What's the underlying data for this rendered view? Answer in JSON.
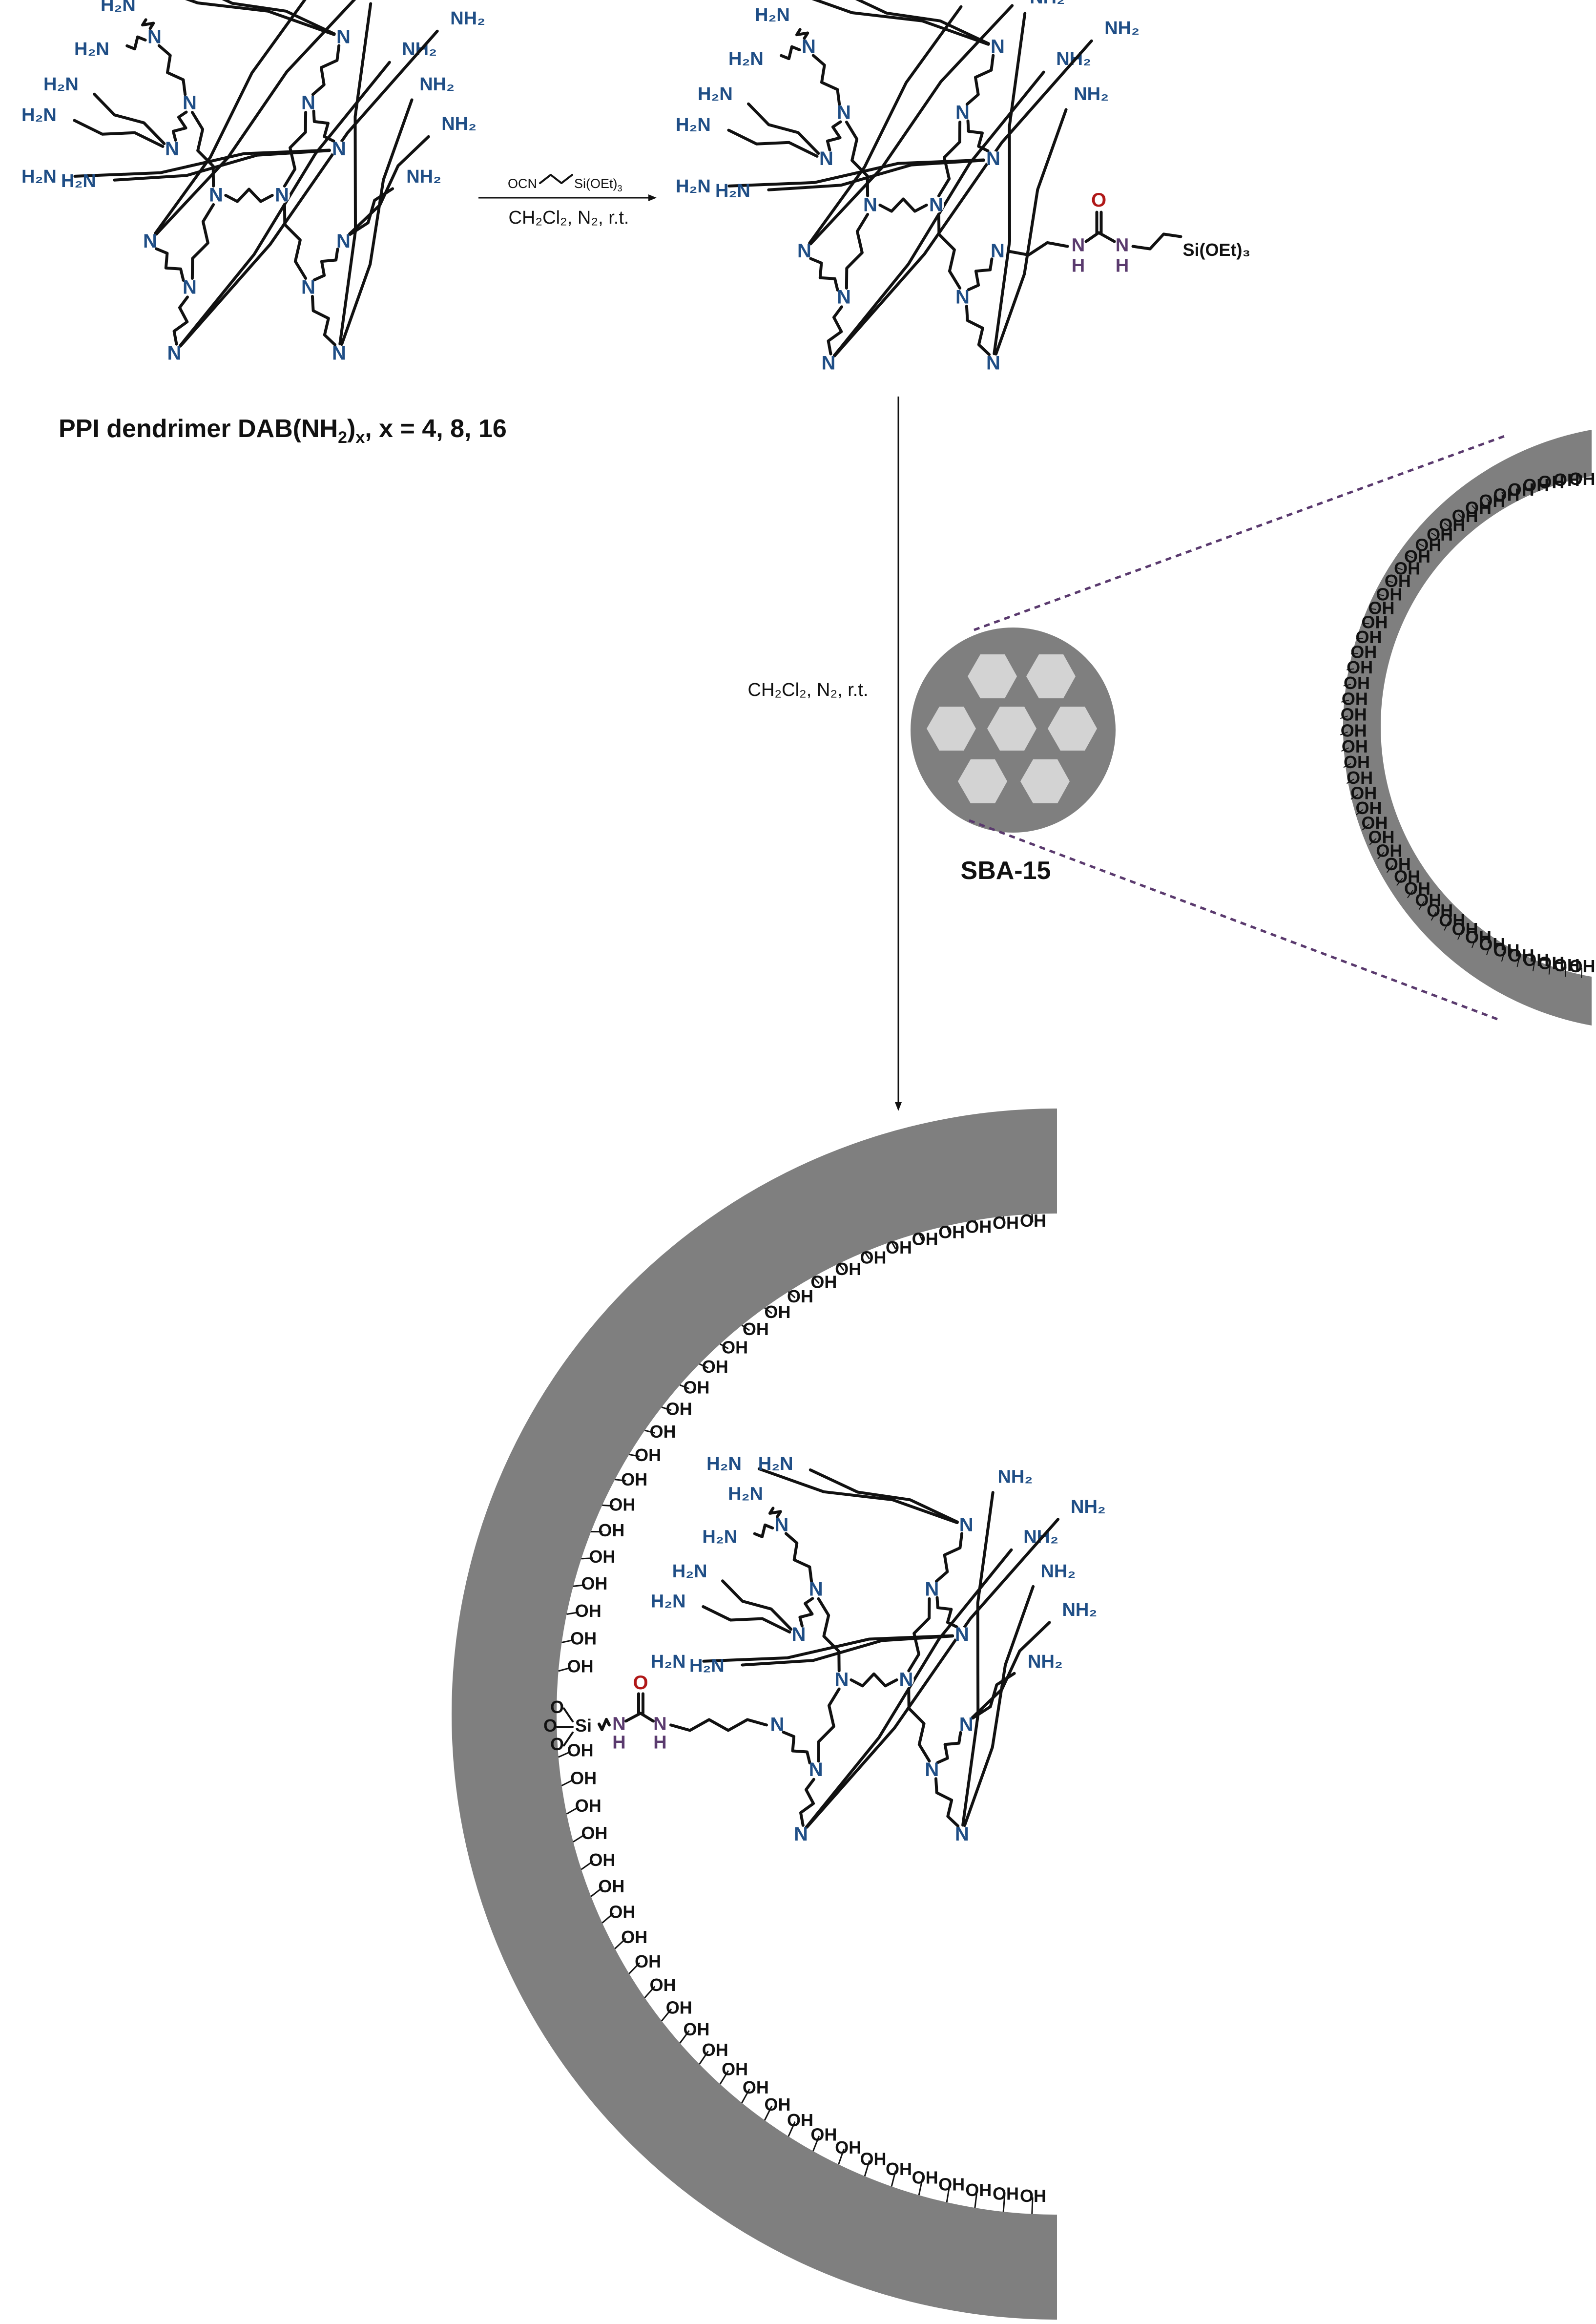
{
  "colors": {
    "silica": "#7f7f7f",
    "pore": "#d3d3d3",
    "amine": "#1f4e86",
    "carbonyl_oxygen": "#b01818",
    "urea_nh": "#5a3a6e",
    "zoom_line": "#5a3a6e"
  },
  "labels": {
    "dendrimer_caption_main": "PPI dendrimer DAB(NH",
    "dendrimer_caption_sub": "2",
    "dendrimer_caption_paren": ")",
    "dendrimer_caption_x": "x",
    "dendrimer_caption_tail": ", x = 4, 8, 16",
    "sba_label": "SBA-15"
  },
  "reaction_1": {
    "reagent_prefix": "OCN",
    "reagent_suffix": "Si(OEt)",
    "reagent_suffix_sub": "3",
    "conditions": "CH₂Cl₂, N₂, r.t."
  },
  "reaction_2": {
    "conditions": "CH₂Cl₂, N₂, r.t."
  },
  "atoms": {
    "N": "N",
    "NH2": "NH₂",
    "H2N": "H₂N",
    "OH": "OH",
    "O": "O",
    "Si": "Si",
    "NH": "N",
    "H": "H",
    "siloxy_end": "Si(OEt)₃"
  }
}
